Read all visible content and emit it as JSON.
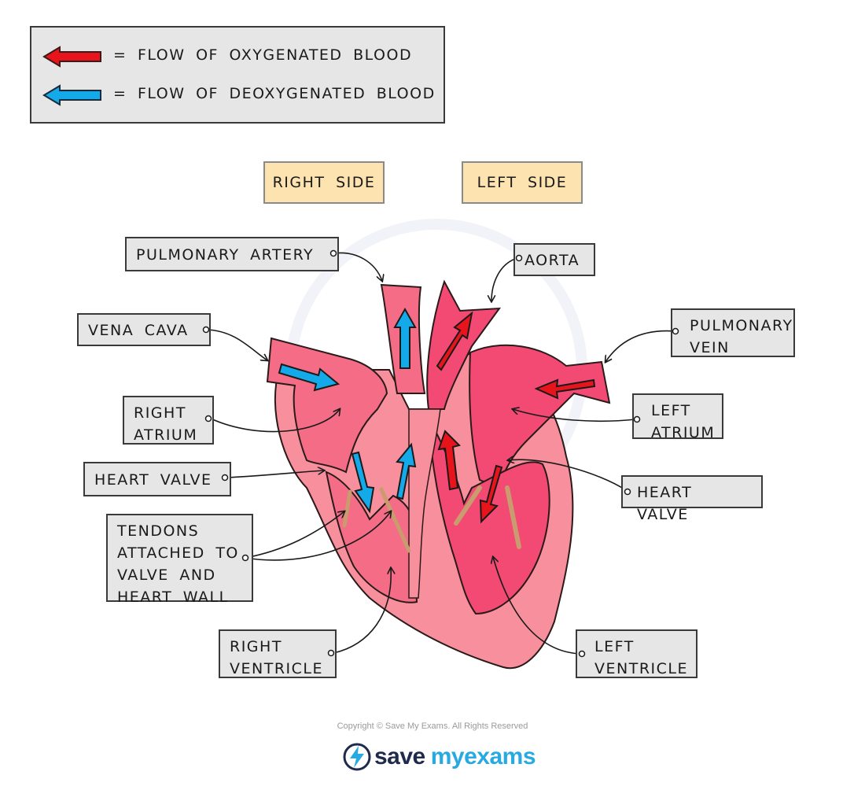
{
  "legend": {
    "oxygenated": "= FLOW  OF  OXYGENATED  BLOOD",
    "deoxygenated": "= FLOW  OF  DEOXYGENATED  BLOOD",
    "oxygenated_color": "#e8141b",
    "deoxygenated_color": "#14a9e8"
  },
  "sides": {
    "right": "RIGHT  SIDE",
    "left": "LEFT  SIDE"
  },
  "labels": {
    "pulmonary_artery": "PULMONARY  ARTERY",
    "aorta": "AORTA",
    "vena_cava": "VENA  CAVA",
    "pulmonary_vein_1": "PULMONARY",
    "pulmonary_vein_2": "VEIN",
    "right_atrium_1": "RIGHT",
    "right_atrium_2": "ATRIUM",
    "left_atrium_1": "LEFT",
    "left_atrium_2": "ATRIUM",
    "heart_valve_right": "HEART  VALVE",
    "heart_valve_left": "HEART  VALVE",
    "tendons_1": "TENDONS",
    "tendons_2": "ATTACHED  TO",
    "tendons_3": "VALVE  AND",
    "tendons_4": "HEART  WALL",
    "right_ventricle_1": "RIGHT",
    "right_ventricle_2": "VENTRICLE",
    "left_ventricle_1": "LEFT",
    "left_ventricle_2": "VENTRICLE"
  },
  "footer": {
    "copyright": "Copyright © Save My Exams. All Rights Reserved",
    "brand_save": "save",
    "brand_my": "my",
    "brand_exams": "exams"
  },
  "colors": {
    "heart_outer": "#f7909c",
    "heart_mid": "#f46c86",
    "heart_dark": "#f24a73",
    "tendon": "#c99b6e",
    "brand_navy": "#1f2b4d",
    "brand_blue": "#27a9e1"
  }
}
